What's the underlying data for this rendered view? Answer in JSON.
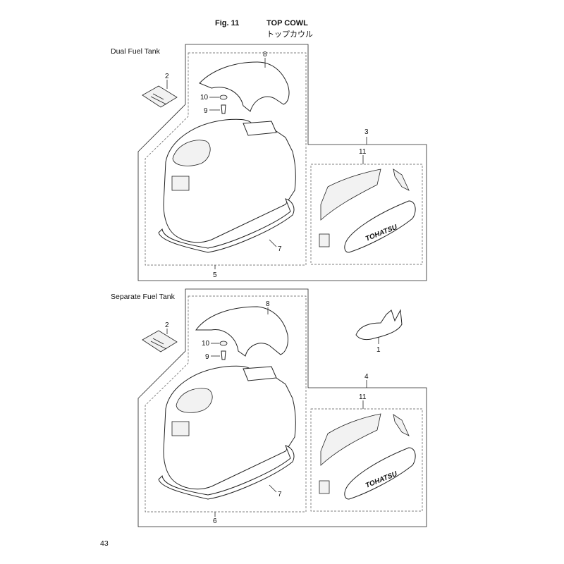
{
  "header": {
    "figure": "Fig. 11",
    "title": "TOP COWL",
    "title_jp": "トップカウル"
  },
  "sections": [
    {
      "label": "Dual Fuel Tank",
      "callouts": {
        "c8": "8",
        "c2": "2",
        "c10": "10",
        "c9": "9",
        "c3": "3",
        "c11": "11",
        "c7": "7",
        "c5": "5"
      }
    },
    {
      "label": "Separate Fuel Tank",
      "callouts": {
        "c8": "8",
        "c2": "2",
        "c10": "10",
        "c9": "9",
        "c1": "1",
        "c4": "4",
        "c11": "11",
        "c7": "7",
        "c6": "6"
      }
    }
  ],
  "decal_text": "TOHATSU",
  "page_number": "43"
}
